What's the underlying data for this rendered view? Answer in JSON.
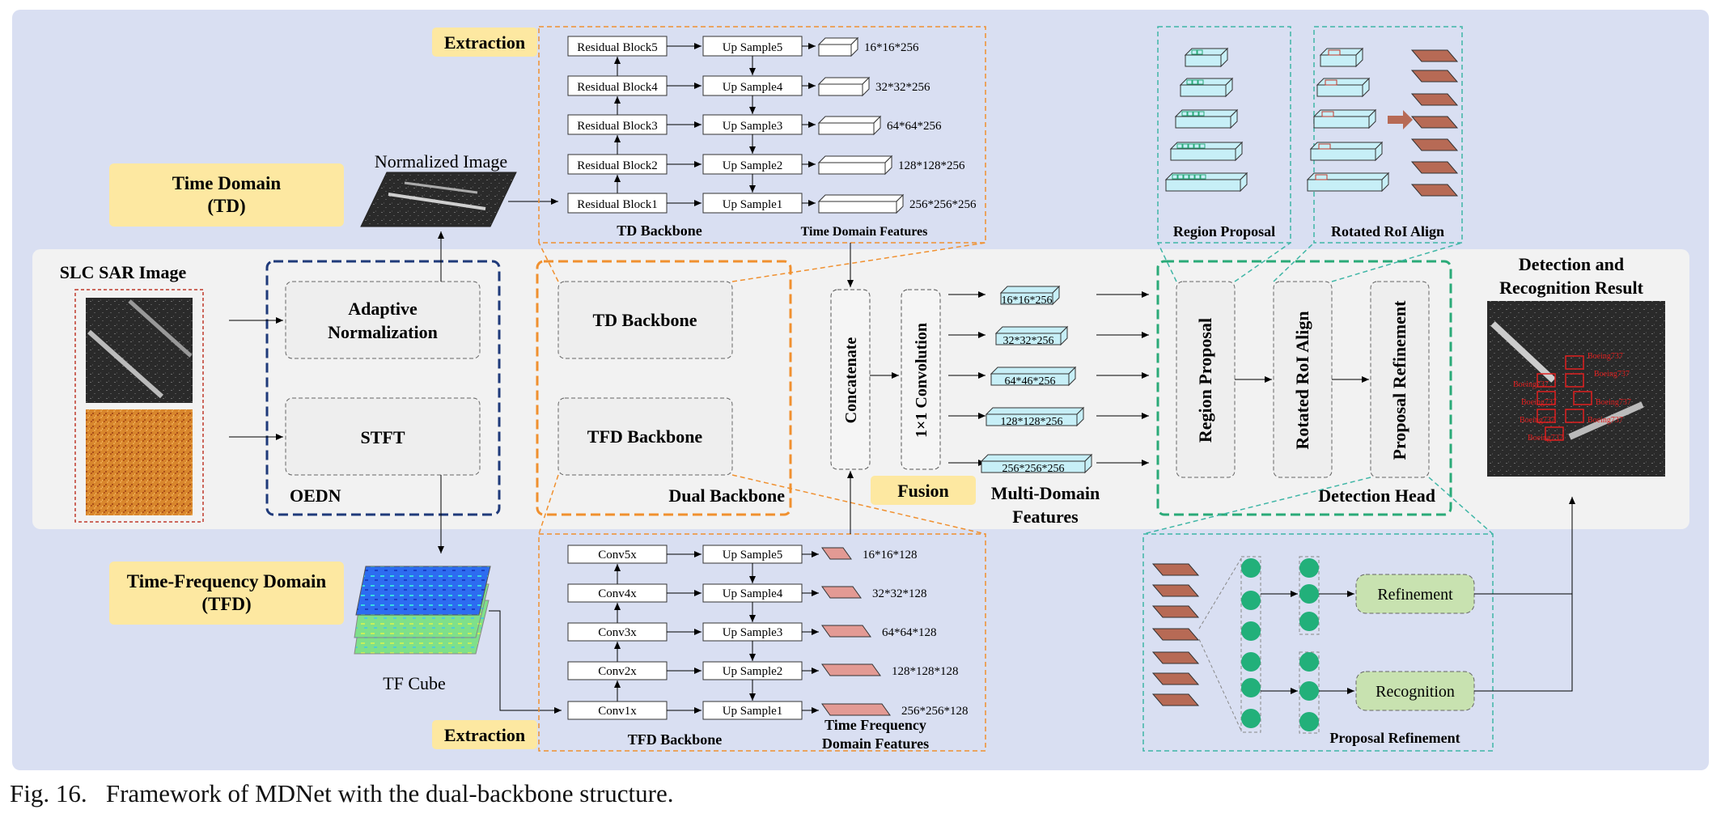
{
  "caption": "Fig. 16.   Framework of MDNet with the dual-backbone structure.",
  "labels": {
    "extraction_top": "Extraction",
    "extraction_bottom": "Extraction",
    "time_domain_line1": "Time  Domain",
    "time_domain_line2": "(TD)",
    "tfd_line1": "Time-Frequency Domain",
    "tfd_line2": "(TFD)",
    "normalized_image": "Normalized Image",
    "tf_cube": "TF Cube",
    "slc_sar_image": "SLC SAR Image",
    "adaptive_norm_line1": "Adaptive",
    "adaptive_norm_line2": "Normalization",
    "stft": "STFT",
    "oedn": "OEDN",
    "td_backbone": "TD Backbone",
    "tfd_backbone": "TFD Backbone",
    "dual_backbone": "Dual Backbone",
    "concatenate": "Concatenate",
    "conv1x1": "1×1 Convolution",
    "fusion": "Fusion",
    "multi_domain_line1": "Multi-Domain",
    "multi_domain_line2": "Features",
    "region_proposal": "Region Proposal",
    "rotated_roi_align": "Rotated RoI Align",
    "proposal_refinement": "Proposal Refinement",
    "detection_head": "Detection Head",
    "detection_result_line1": "Detection and",
    "detection_result_line2": "Recognition Result",
    "td_backbone_caption": "TD Backbone",
    "time_domain_features": "Time Domain Features",
    "tfd_backbone_caption": "TFD Backbone",
    "tfd_features_line1": "Time Frequency",
    "tfd_features_line2": "Domain Features",
    "region_proposal_caption": "Region Proposal",
    "rotated_roi_align_caption": "Rotated RoI Align",
    "proposal_refinement_caption": "Proposal Refinement",
    "refinement": "Refinement",
    "recognition": "Recognition"
  },
  "td_blocks": {
    "residual": [
      "Residual Block5",
      "Residual Block4",
      "Residual Block3",
      "Residual Block2",
      "Residual Block1"
    ],
    "upsample": [
      "Up Sample5",
      "Up Sample4",
      "Up Sample3",
      "Up Sample2",
      "Up Sample1"
    ],
    "dims": [
      "16*16*256",
      "32*32*256",
      "64*64*256",
      "128*128*256",
      "256*256*256"
    ]
  },
  "tfd_blocks": {
    "conv": [
      "Conv5x",
      "Conv4x",
      "Conv3x",
      "Conv2x",
      "Conv1x"
    ],
    "upsample": [
      "Up Sample5",
      "Up Sample4",
      "Up Sample3",
      "Up Sample2",
      "Up Sample1"
    ],
    "dims": [
      "16*16*128",
      "32*32*128",
      "64*64*128",
      "128*128*128",
      "256*256*128"
    ]
  },
  "multi_domain_dims": [
    "16*16*256",
    "32*32*256",
    "64*46*256",
    "128*128*256",
    "256*256*256"
  ],
  "detection_labels": [
    "Boeing737",
    "Boeing737",
    "Boeing737",
    "Boeing737",
    "Boeing737",
    "Boeing737",
    "Boeing737",
    "Boeing737"
  ],
  "colors": {
    "panel_bg": "#d9dff2",
    "band_bg": "#f2f2f2",
    "yellow": "#fde8a1",
    "oedn_border": "#1f3a7a",
    "dual_border": "#f0902f",
    "detection_border": "#2aaa78",
    "teal": "#3fb6a6",
    "feature_cyan": "#c7eff7",
    "feature_brown": "#b76a55",
    "green_node": "#22b07a",
    "green_box": "#c8e2b0",
    "pink_feature": "#e39a94"
  }
}
